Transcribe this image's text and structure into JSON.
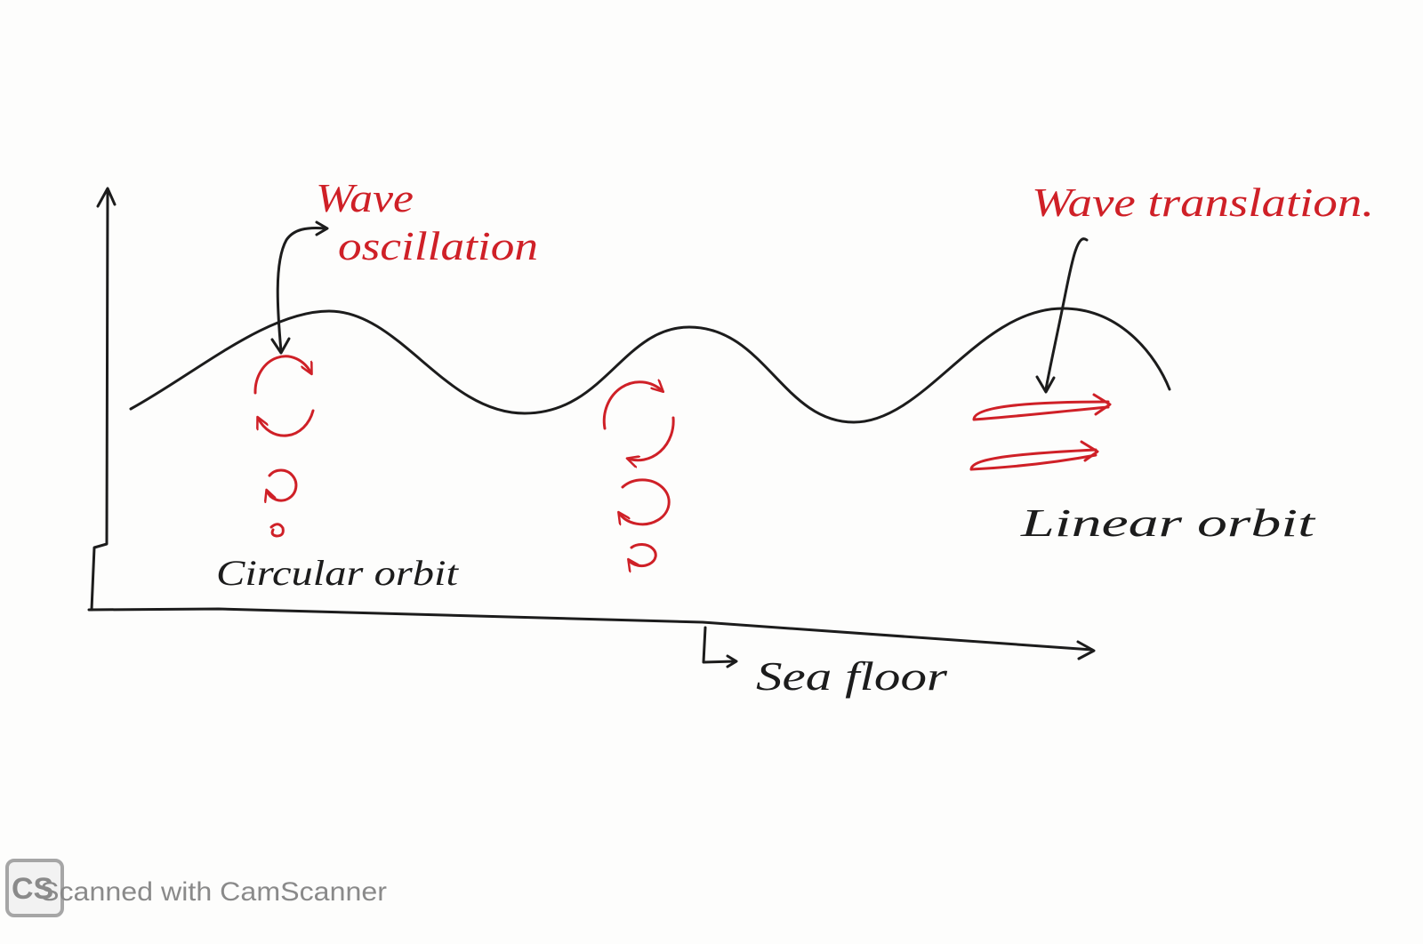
{
  "labels": {
    "wave_oscillation_line1": "Wave",
    "wave_oscillation_line2": "oscillation",
    "wave_translation": "Wave translation.",
    "linear_orbit": "Linear orbit",
    "circular_orbit": "Circular orbit",
    "sea_floor": "Sea floor"
  },
  "watermark": {
    "logo": "CS",
    "text": "Scanned with CamScanner"
  },
  "colors": {
    "ink": "#1c1c1c",
    "red": "#cf2027",
    "paper": "#fdfdfc",
    "watermark": "#8a8a8a"
  }
}
